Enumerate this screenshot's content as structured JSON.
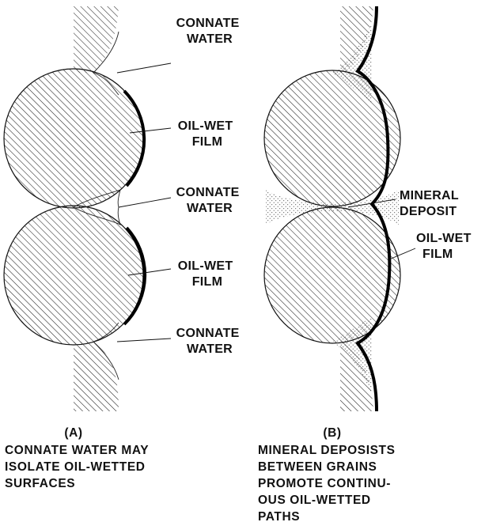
{
  "panel_a": {
    "label_connate_1": [
      "CONNATE",
      "WATER"
    ],
    "label_oilwet_1": [
      "OIL-WET",
      "FILM"
    ],
    "label_connate_2": [
      "CONNATE",
      "WATER"
    ],
    "label_oilwet_2": [
      "OIL-WET",
      "FILM"
    ],
    "label_connate_3": [
      "CONNATE",
      "WATER"
    ],
    "caption_id": "(A)",
    "caption_lines": [
      "CONNATE WATER MAY",
      "ISOLATE OIL-WETTED",
      "SURFACES"
    ]
  },
  "panel_b": {
    "label_mineral": [
      "MINERAL",
      "DEPOSIT"
    ],
    "label_oilwet": [
      "OIL-WET",
      "FILM"
    ],
    "caption_id": "(B)",
    "caption_lines": [
      "MINERAL DEPOSISTS",
      "BETWEEN GRAINS",
      "PROMOTE CONTINU-",
      "OUS OIL-WETTED",
      "PATHS"
    ]
  },
  "colors": {
    "ink": "#111111",
    "background": "#ffffff"
  }
}
